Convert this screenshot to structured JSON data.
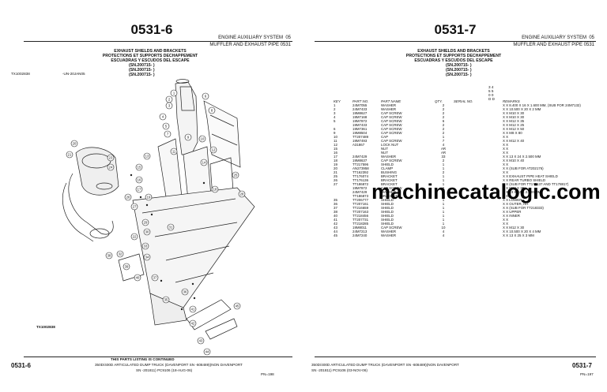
{
  "left": {
    "page_number": "0531-6",
    "system": "ENGINE AUXILIARY SYSTEM",
    "system_num": "05",
    "group": "MUFFLER AND EXHAUST PIPE 0531",
    "titles": [
      "EXHAUST SHIELDS AND BRACKETS",
      "PROTECTIONS ET SUPPORTS DECHAPPEMENT",
      "ESCUADRAS Y ESCUDOS DEL ESCAPE"
    ],
    "serials": [
      "(SN.200715-     )",
      "(SN.200715-     )",
      "(SN.200715-     )"
    ],
    "fig_ref_top": "TX1002838",
    "fig_ref_date": "-UN-20JAN05",
    "fig_ref_bottom": "TX1002838",
    "footer_continued": "THIS PARTS LISTING IS CONTINUED",
    "footer_model": "350D/400D ARTICULATED DUMP TRUCK (DAVENPORT SN -608489)(NON DAVENPORT",
    "footer_page": "0531-6",
    "footer_sn": "SN  -201811)   PC9106   (18-AUG-06)",
    "footer_pg": "PN=198"
  },
  "right": {
    "page_number": "0531-7",
    "system": "ENGINE AUXILIARY SYSTEM",
    "system_num": "05",
    "group": "MUFFLER AND EXHAUST PIPE 0531",
    "titles": [
      "EXHAUST SHIELDS AND BRACKETS",
      "PROTECTIONS ET SUPPORTS DECHAPPEMENT",
      "ESCUADRAS Y ESCUDOS DEL ESCAPE"
    ],
    "serials": [
      "(SN.200715-     )",
      "(SN.200715-     )",
      "(SN.200715-     )"
    ],
    "code_header": [
      "3 4",
      "5 5",
      "0 0",
      "D D"
    ],
    "columns": [
      "KEY",
      "PART NO.",
      "PART NAME",
      "QTY.",
      "SERIAL NO.",
      "REMARKS"
    ],
    "rows": [
      [
        "1",
        "24M7055",
        "WASHER",
        "2",
        "",
        "X X 8.400 X 16 X 1.600 MM, (SUB FOR 24M7132)"
      ],
      [
        "2",
        "24M7433",
        "WASHER",
        "2",
        "",
        "X X 10.500 X 20 X 2 MM"
      ],
      [
        "3",
        "19M8627",
        "CAP SCREW",
        "2",
        "",
        "X X M10 X 30"
      ],
      [
        "4",
        "19M7168",
        "CAP SCREW",
        "2",
        "",
        "X X M10 X 30"
      ],
      [
        "5",
        "19M7872",
        "CAP SCREW",
        "6",
        "",
        "X X M12 X 35"
      ],
      [
        "",
        "19M7433",
        "CAP SCREW",
        "2",
        "",
        "X X M12 X 25"
      ],
      [
        "6",
        "19M7361",
        "CAP SCREW",
        "2",
        "",
        "X X M12 X 50"
      ],
      [
        "9",
        "19M8504",
        "CAP SCREW",
        "2",
        "",
        "X X M8 X 80"
      ],
      [
        "10",
        "TT207489",
        "CAP",
        "1",
        "",
        "X X"
      ],
      [
        "11",
        "19M7493",
        "CAP SCREW",
        "7",
        "",
        "X X M12 X 40"
      ],
      [
        "12",
        "A31867",
        "LOCK NUT",
        "4",
        "",
        "X X"
      ],
      [
        "15",
        "",
        "NUT",
        "AR",
        "",
        "X X"
      ],
      [
        "16",
        "",
        "NUT",
        "AR",
        "",
        "X X"
      ],
      [
        "17",
        "24M7429",
        "WASHER",
        "33",
        "",
        "X X 13 X 24 X 2.500 MM"
      ],
      [
        "18",
        "19M8637",
        "CAP SCREW",
        "2",
        "",
        "X X M10 X 40"
      ],
      [
        "19",
        "TT217596",
        "SHIELD",
        "1",
        "",
        "X X"
      ],
      [
        "20",
        "AN273958",
        "CLAMP",
        "1",
        "",
        "X X (SUB FOR AT202176)"
      ],
      [
        "21",
        "TT162392",
        "BUSHING",
        "2",
        "",
        "X X"
      ],
      [
        "25",
        "TT176074",
        "BRACKET",
        "1",
        "",
        "X X EXHAUST PIPE HEAT SHIELD"
      ],
      [
        "26",
        "TT176136",
        "BRACKET",
        "1",
        "",
        "X X REAR TURBO SHIELD"
      ],
      [
        "27",
        "TT186872",
        "BRACKET",
        "1",
        "",
        "X X (SUB FOR TT176137 AND TT178817)"
      ],
      [
        "",
        "19M7872",
        "CAP SCREW",
        "2",
        "",
        "X X M12 X 35"
      ],
      [
        "",
        "24M7429",
        "WASHER",
        "2",
        "",
        "X X 13 X 24 X 2.500 MM"
      ],
      [
        "",
        "TT186873",
        "BRACKET",
        "1",
        "",
        "X X"
      ],
      [
        "35",
        "TT206777",
        "SHIELD",
        "1",
        "",
        "X X LOWER"
      ],
      [
        "36",
        "TT207161",
        "SHIELD",
        "1",
        "",
        "X X OUTER, RH"
      ],
      [
        "37",
        "TT216659",
        "SHIELD",
        "1",
        "",
        "X X (SUB FOR TT218333)"
      ],
      [
        "38",
        "TT207163",
        "SHIELD",
        "1",
        "",
        "X X UPPER"
      ],
      [
        "40",
        "TT218456",
        "SHIELD",
        "1",
        "",
        "X X INNER"
      ],
      [
        "41",
        "TT207731",
        "SHIELD",
        "1",
        "",
        "X X"
      ],
      [
        "42",
        "TT218285",
        "SHIELD",
        "1",
        "",
        "X X"
      ],
      [
        "43",
        "19M8011",
        "CAP SCREW",
        "10",
        "",
        "X X M12 X 30"
      ],
      [
        "44",
        "24M7213",
        "WASHER",
        "4",
        "",
        "X X 10.500 X 20 X 4 MM"
      ],
      [
        "45",
        "24M7240",
        "WASHER",
        "4",
        "",
        "X X 13 X 25 X 3 MM"
      ]
    ],
    "watermark": "machinecatalogic.com",
    "footer_model": "350D/400D ARTICULATED DUMP TRUCK (DAVENPORT SN -608489)(NON DAVENPORT",
    "footer_page": "0531-7",
    "footer_sn": "SN  -201811)   PC9106   (03-NOV-06)",
    "footer_pg": "PN=197"
  },
  "callouts": [
    "1",
    "2",
    "3",
    "4",
    "5",
    "6",
    "7",
    "8",
    "9",
    "10",
    "11",
    "12",
    "13",
    "14",
    "15",
    "16",
    "17",
    "18",
    "19",
    "20",
    "21",
    "22",
    "23",
    "24",
    "25",
    "26",
    "27",
    "28",
    "29",
    "30",
    "31",
    "32",
    "33",
    "34",
    "35",
    "36",
    "37",
    "38",
    "39",
    "40",
    "41",
    "42",
    "43",
    "44",
    "45"
  ]
}
